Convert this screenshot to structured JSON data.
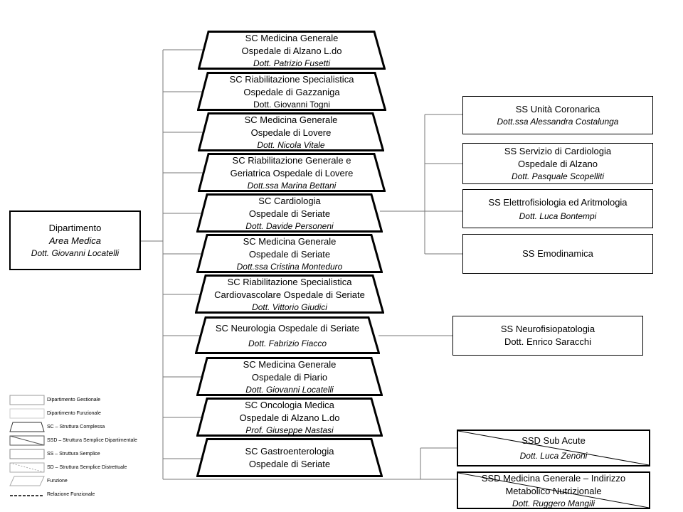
{
  "department": {
    "title": "Dipartimento",
    "subtitle": "Area Medica",
    "head": "Dott. Giovanni Locatelli"
  },
  "units": [
    {
      "line1": "SC Medicina Generale",
      "line2": "Ospedale di Alzano L.do",
      "head": "Dott. Patrizio Fusetti"
    },
    {
      "line1": "SC Riabilitazione Specialistica",
      "line2": "Ospedale di Gazzaniga",
      "head": "Dott. Giovanni Togni"
    },
    {
      "line1": "SC Medicina Generale",
      "line2": "Ospedale di Lovere",
      "head": "Dott. Nicola Vitale"
    },
    {
      "line1": "SC Riabilitazione Generale e",
      "line2": "Geriatrica Ospedale di Lovere",
      "head": "Dott.ssa Marina Bettani"
    },
    {
      "line1": "SC Cardiologia",
      "line2": "Ospedale di Seriate",
      "head": "Dott. Davide Personeni"
    },
    {
      "line1": "SC Medicina Generale",
      "line2": "Ospedale di Seriate",
      "head": "Dott.ssa Cristina Monteduro"
    },
    {
      "line1": "SC Riabilitazione Specialistica",
      "line2": "Cardiovascolare Ospedale di Seriate",
      "head": "Dott. Vittorio Giudici"
    },
    {
      "line1": "SC Neurologia Ospedale di Seriate",
      "line2": "",
      "head": "Dott. Fabrizio Fiacco"
    },
    {
      "line1": "SC Medicina Generale",
      "line2": "Ospedale di Piario",
      "head": "Dott. Giovanni Locatelli"
    },
    {
      "line1": "SC Oncologia Medica",
      "line2": "Ospedale di Alzano L.do",
      "head": "Prof. Giuseppe Nastasi"
    },
    {
      "line1": "SC Gastroenterologia",
      "line2": "Ospedale di Seriate",
      "head": ""
    }
  ],
  "cardio_subunits": [
    {
      "line1": "SS Unità Coronarica",
      "line2": "",
      "head": "Dott.ssa Alessandra Costalunga"
    },
    {
      "line1": "SS Servizio di Cardiologia",
      "line2": "Ospedale di Alzano",
      "head": "Dott. Pasquale Scopelliti"
    },
    {
      "line1": "SS Elettrofisiologia ed Aritmologia",
      "line2": "",
      "head": "Dott. Luca Bontempi"
    },
    {
      "line1": "SS Emodinamica",
      "line2": "",
      "head": ""
    }
  ],
  "neuro_subunit": {
    "line1": "SS Neurofisiopatologia",
    "head": "Dott.  Enrico Saracchi"
  },
  "ssd_units": [
    {
      "line1": "SSD Sub Acute",
      "line2": "",
      "head": "Dott. Luca Zenoni"
    },
    {
      "line1": "SSD Medicina Generale – Indirizzo",
      "line2": "Metabolico Nutrizionale",
      "head": "Dott. Ruggero Mangili"
    }
  ],
  "legend": [
    "Dipartimento Gestionale",
    "Dipartimento Funzionale",
    "SC – Struttura Complessa",
    "SSD – Struttura Semplice Dipartimentale",
    "SS – Struttura Semplice",
    "SD – Struttura Semplice Distrettuale",
    "Funzione",
    "Relazione Funzionale"
  ]
}
